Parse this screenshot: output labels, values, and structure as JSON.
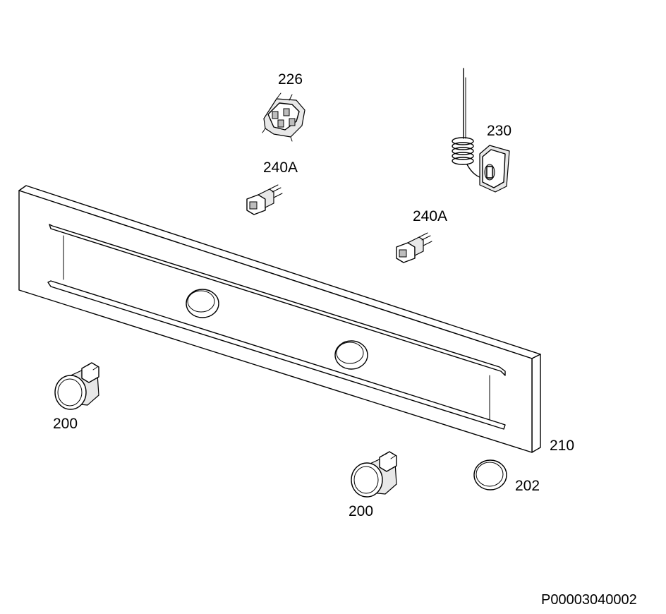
{
  "labels": {
    "p226": "226",
    "p230": "230",
    "p240a_left": "240A",
    "p240a_right": "240A",
    "p200_left": "200",
    "p200_bottom": "200",
    "p210": "210",
    "p202": "202"
  },
  "drawing_code": "P00003040002",
  "colors": {
    "line": "#000000",
    "background": "#ffffff"
  }
}
